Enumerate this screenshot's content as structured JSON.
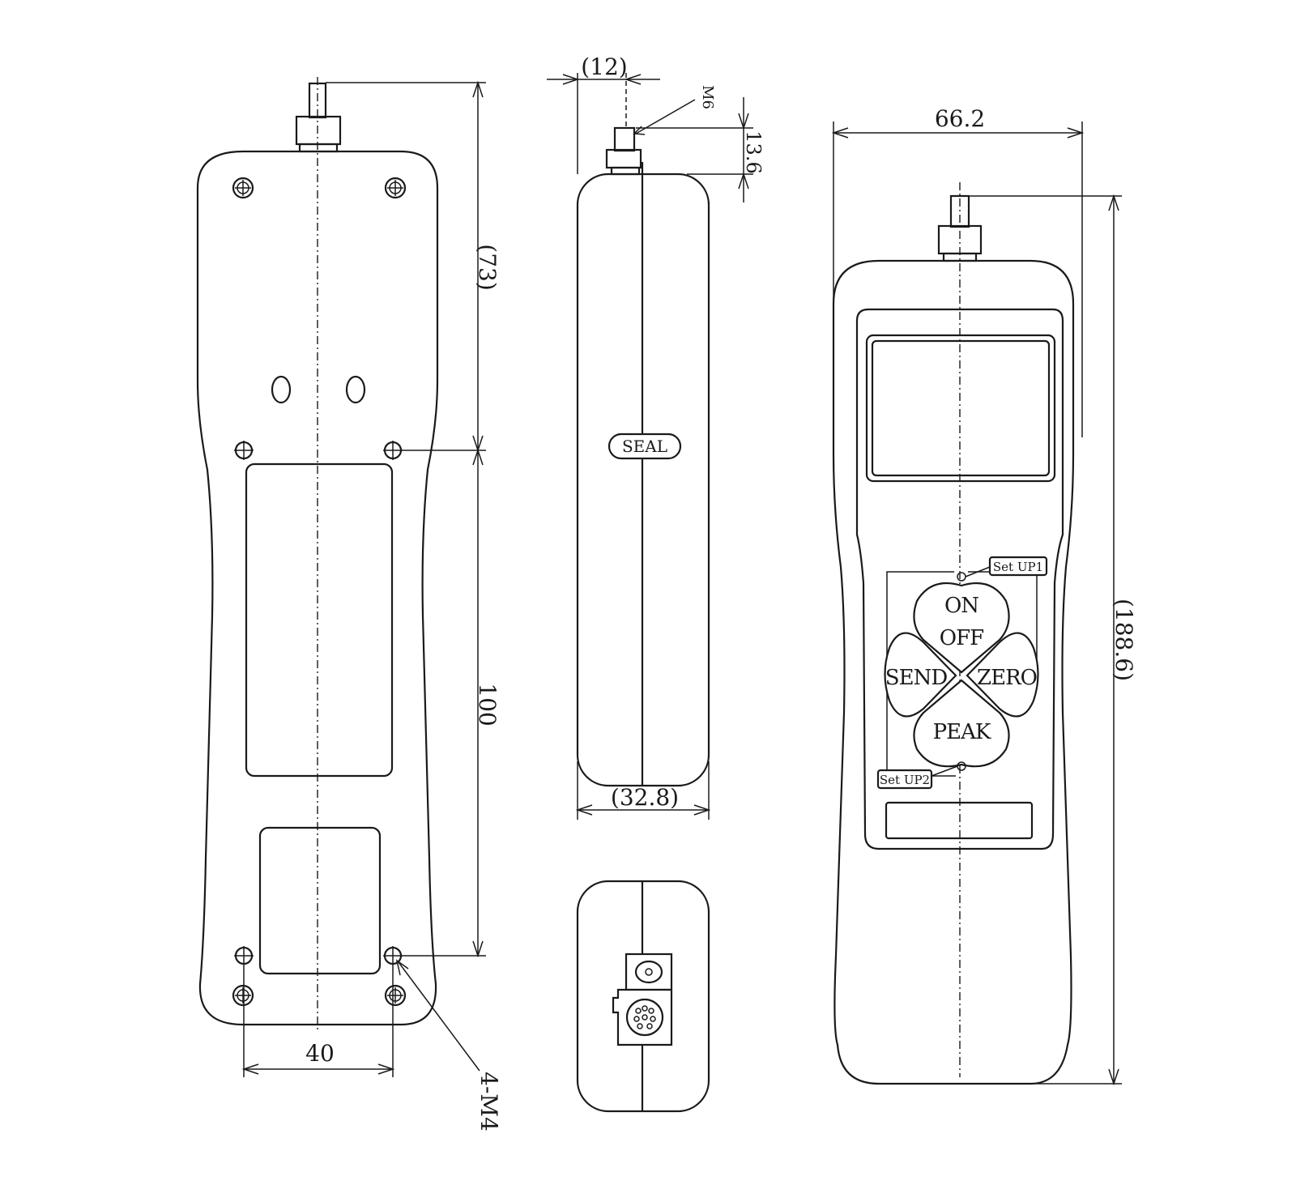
{
  "rear_view": {
    "dim_upper_height": "(73)",
    "dim_lower_height": "100",
    "dim_hole_spacing": "40",
    "dim_mounting_holes": "4-M4"
  },
  "side_view": {
    "dim_stud_offset": "(12)",
    "dim_thread": "M6",
    "dim_stud_length": "13.6",
    "dim_thickness": "(32.8)",
    "seal_label": "SEAL"
  },
  "front_view": {
    "dim_width": "66.2",
    "dim_total_height": "(188.6)",
    "keys": {
      "on": "ON",
      "off": "OFF",
      "send": "SEND",
      "zero": "ZERO",
      "peak": "PEAK"
    },
    "setup1_label": "Set UP1",
    "setup2_label": "Set UP2"
  }
}
